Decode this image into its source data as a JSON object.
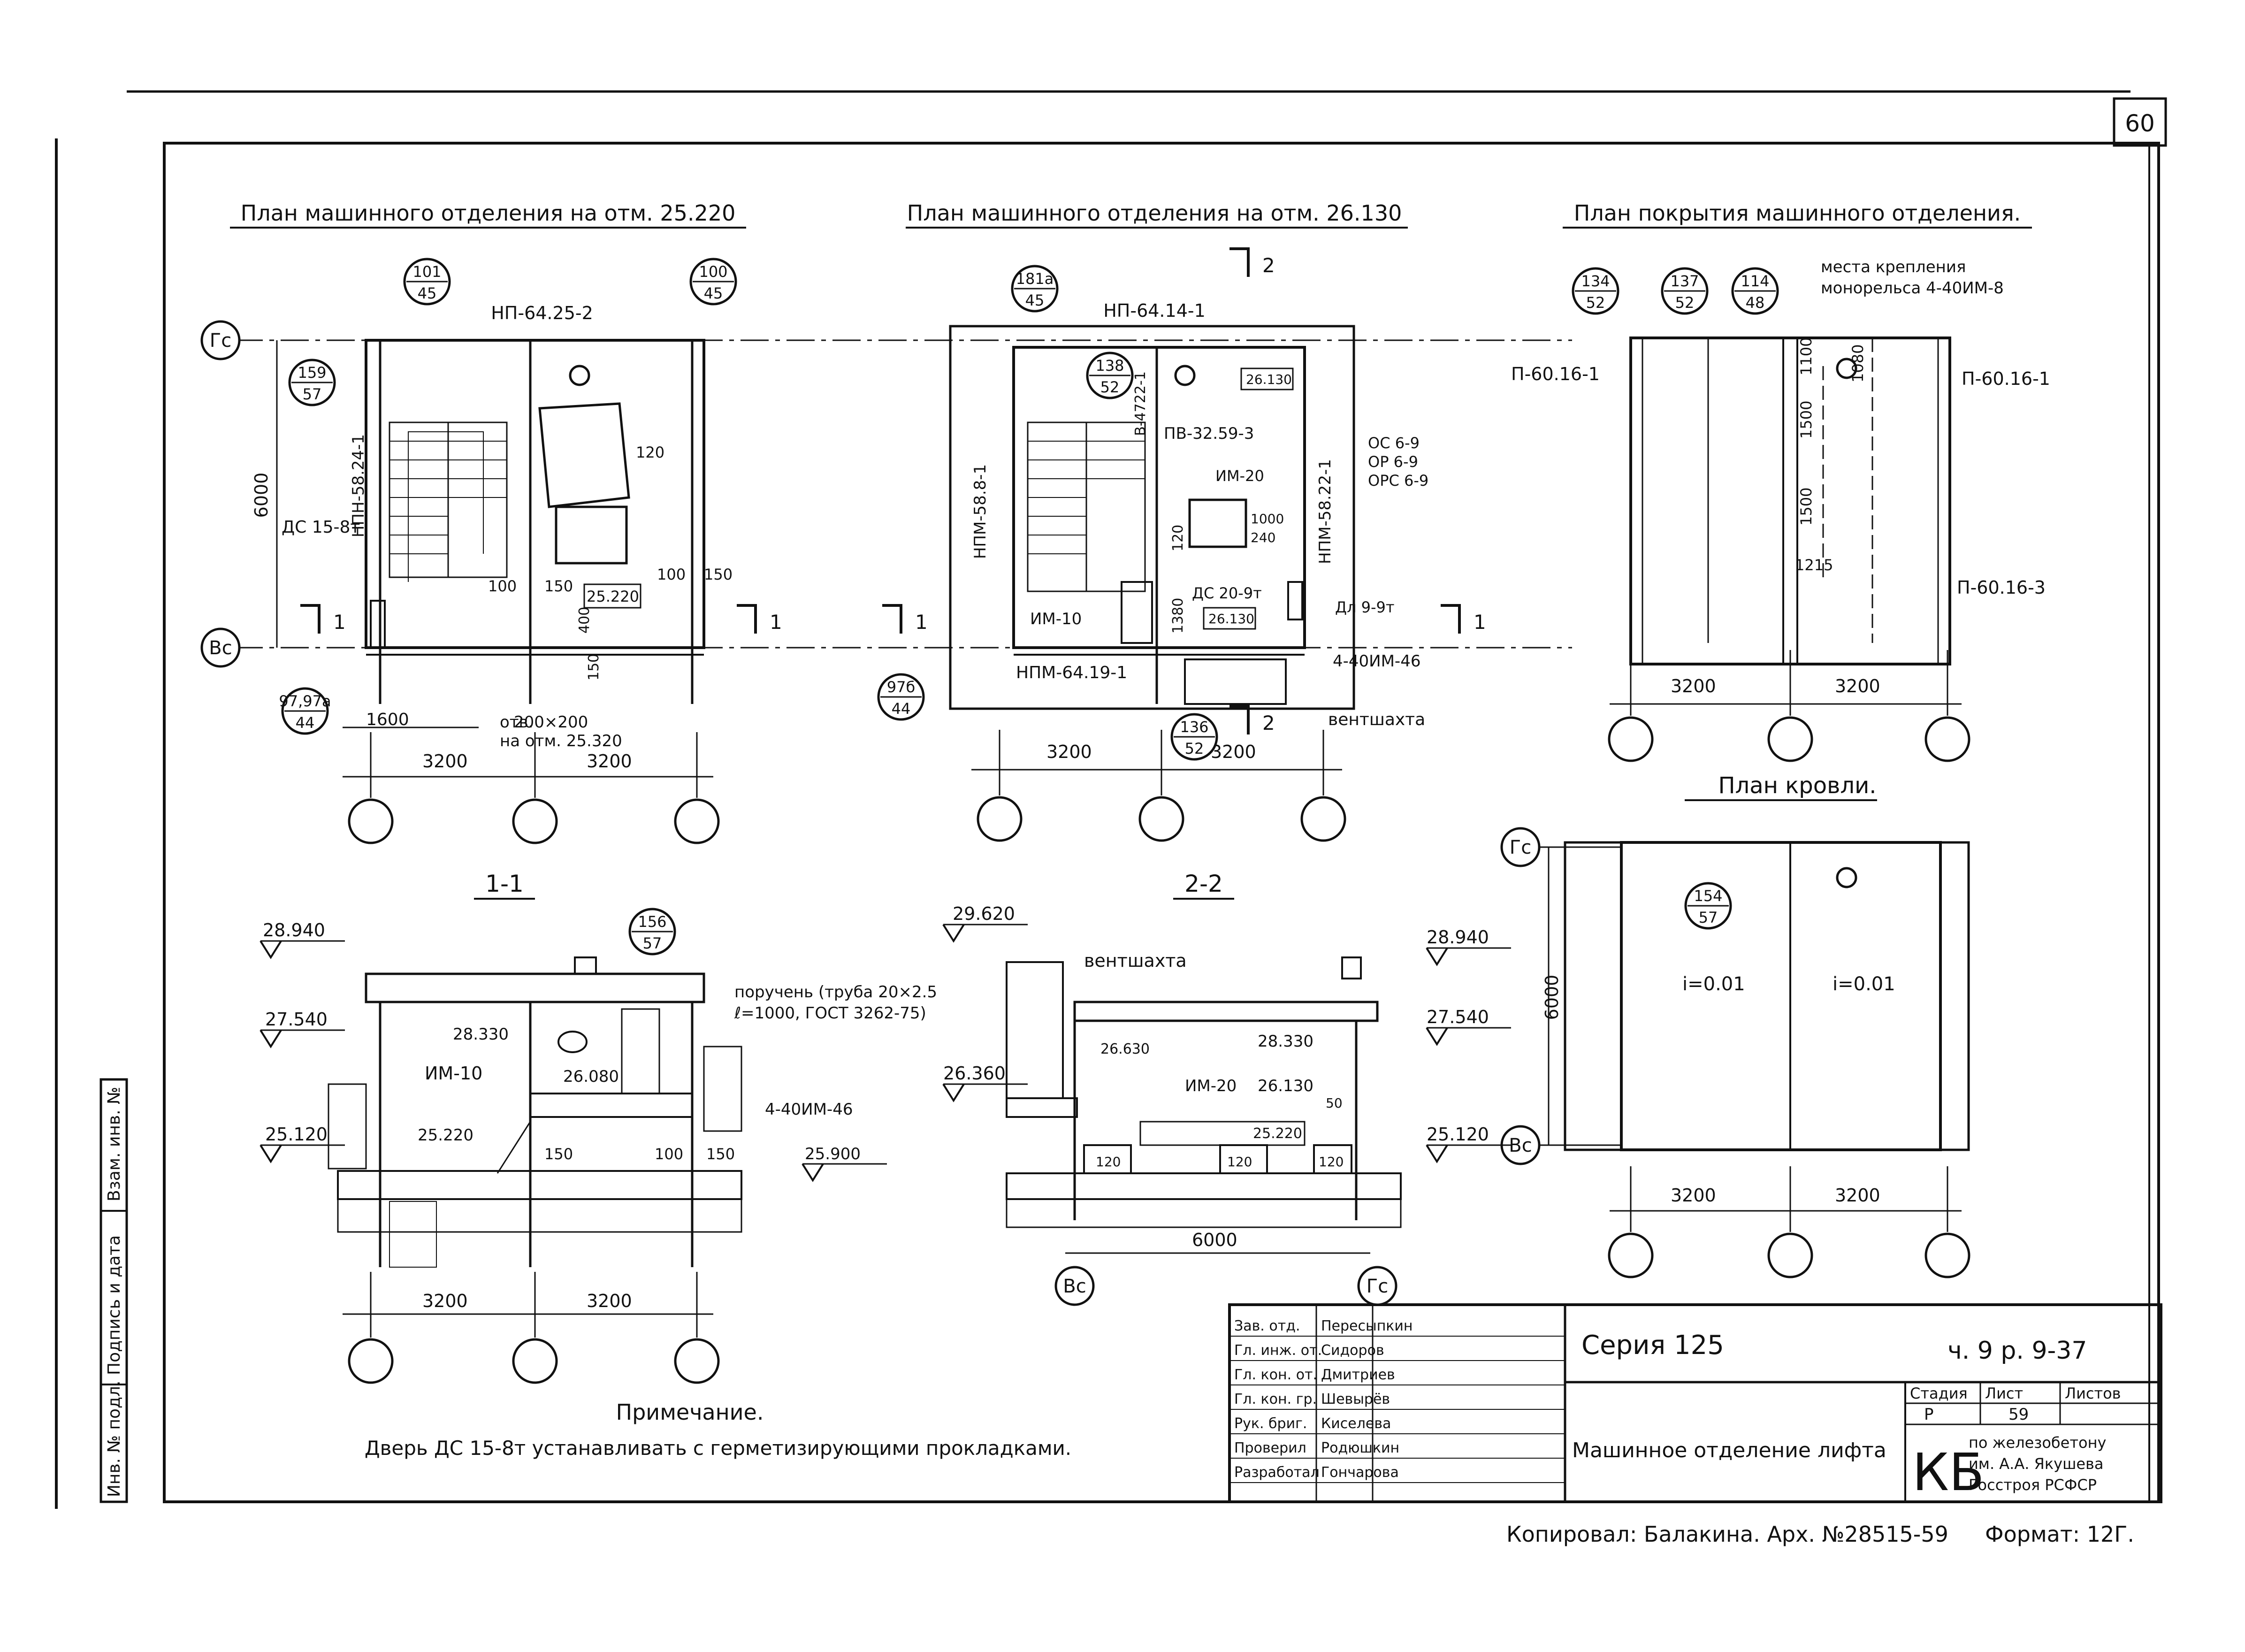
{
  "sheet": {
    "page_number": "60",
    "series": "Серия 125",
    "part": "ч. 9 р. 9-37",
    "title": "Машинное отделение лифта",
    "stage_header": "Стадия",
    "sheet_header": "Лист",
    "sheets_header": "Листов",
    "stage": "Р",
    "sheet": "59",
    "org_mark": "КБ",
    "org_line1": "по железобетону",
    "org_line2": "им. А.А. Якушева",
    "org_line3": "Госстроя РСФСР",
    "copied": "Копировал: Балакина. Арх. №28515-59",
    "format": "Формат: 12Г.",
    "signers": [
      {
        "role": "Зав. отд.",
        "name": "Пересыпкин"
      },
      {
        "role": "Гл. инж. от.",
        "name": "Сидоров"
      },
      {
        "role": "Гл. кон. от.",
        "name": "Дмитриев"
      },
      {
        "role": "Гл. кон. гр.",
        "name": "Шевырёв"
      },
      {
        "role": "Рук. бриг.",
        "name": "Киселева"
      },
      {
        "role": "Проверил",
        "name": "Родюшкин"
      },
      {
        "role": "Разработал",
        "name": "Гончарова"
      }
    ],
    "side_labels": [
      "Инв. № подл.",
      "Подпись и дата",
      "Взам. инв. №"
    ]
  },
  "plans": {
    "plan1": {
      "title": "План машинного отделения на отм. 25.220",
      "labels": [
        "НП-64.25-2",
        "НПН-58.24-1",
        "ДС 15-8т",
        "1600",
        "200×200",
        "отв.",
        "на отм. 25.320",
        "3200",
        "3200",
        "6000",
        "120",
        "25.220",
        "100",
        "150",
        "100",
        "150",
        "400",
        "150"
      ],
      "callouts": [
        {
          "top": "101",
          "bot": "45"
        },
        {
          "top": "100",
          "bot": "45"
        },
        {
          "top": "159",
          "bot": "57"
        },
        {
          "top": "97,97а",
          "bot": "44"
        }
      ],
      "axes": [
        "Гс",
        "Вс"
      ],
      "cut": "1"
    },
    "plan2": {
      "title": "План машинного отделения на отм. 26.130",
      "labels": [
        "НП-64.14-1",
        "НПМ-58.8-1",
        "В-4722-1",
        "ПВ-32.59-3",
        "ИМ-20",
        "ОС 6-9",
        "ОР 6-9",
        "ОРС 6-9",
        "НПМ-58.22-1",
        "1000",
        "240",
        "ИМ-10",
        "ДС 20-9т",
        "Дл 9-9т",
        "1380",
        "120",
        "26.130",
        "26.130",
        "НПМ-64.19-1",
        "4-40ИМ-46",
        "вентшахта",
        "3200",
        "3200"
      ],
      "callouts": [
        {
          "top": "181а",
          "bot": "45"
        },
        {
          "top": "138",
          "bot": "52"
        },
        {
          "top": "97б",
          "bot": "44"
        },
        {
          "top": "136",
          "bot": "52"
        }
      ],
      "cut": "2",
      "cut1": "1"
    },
    "plan3": {
      "title": "План покрытия машинного отделения.",
      "labels": [
        "места крепления",
        "монорельса 4-40ИМ-8",
        "П-60.16-1",
        "П-60.16-1",
        "П-60.16-3",
        "1100",
        "1500",
        "1500",
        "1080",
        "1215",
        "3200",
        "3200"
      ],
      "callouts": [
        {
          "top": "134",
          "bot": "52"
        },
        {
          "top": "137",
          "bot": "52"
        },
        {
          "top": "114",
          "bot": "48"
        }
      ]
    },
    "plan4": {
      "title": "План кровли.",
      "labels": [
        "i=0.01",
        "i=0.01",
        "6000",
        "3200",
        "3200"
      ],
      "callouts": [
        {
          "top": "154",
          "bot": "57"
        }
      ],
      "axes": [
        "Гс",
        "Вс"
      ]
    }
  },
  "sections": {
    "s1": {
      "title": "1-1",
      "labels": [
        "28.940",
        "27.540",
        "25.120",
        "28.330",
        "26.080",
        "25.220",
        "ИМ-10",
        "150",
        "100",
        "150",
        "поручень (труба 20×2.5",
        "ℓ=1000, ГОСТ 3262-75)",
        "4-40ИМ-46",
        "25.900",
        "3200",
        "3200"
      ],
      "callouts": [
        {
          "top": "156",
          "bot": "57"
        }
      ]
    },
    "s2": {
      "title": "2-2",
      "labels": [
        "29.620",
        "вентшахта",
        "26.360",
        "28.940",
        "27.540",
        "25.120",
        "28.330",
        "26.130",
        "25.220",
        "ИМ-20",
        "26.630",
        "120",
        "120",
        "120",
        "50",
        "6000"
      ],
      "axes": [
        "Вс",
        "Гс"
      ]
    }
  },
  "note": {
    "title": "Примечание.",
    "text": "Дверь ДС 15-8т устанавливать с герметизирующими прокладками."
  }
}
